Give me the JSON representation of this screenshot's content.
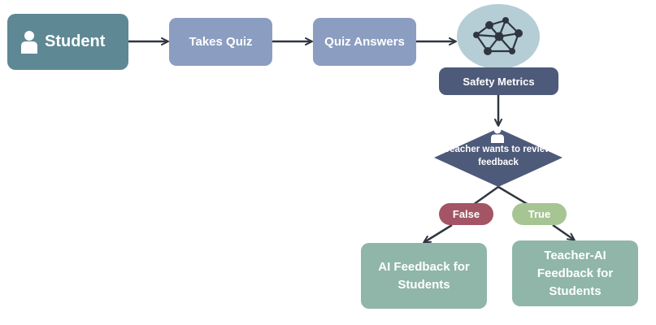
{
  "nodes": {
    "student": "Student",
    "takes_quiz": "Takes Quiz",
    "quiz_answers": "Quiz Answers",
    "safety_metrics": "Safety Metrics",
    "decision": "Teacher wants to review feedback",
    "false_branch": "False",
    "true_branch": "True",
    "ai_feedback": "AI Feedback for Students",
    "teacher_ai_feedback": "Teacher-AI Feedback for Students"
  },
  "icons": {
    "student": "person-icon",
    "network": "network-graph-icon",
    "teacher": "person-icon"
  },
  "colors": {
    "student": "#5e8894",
    "process": "#8b9dc0",
    "network_circle": "#b5cdd5",
    "safety_metrics": "#4e5a79",
    "decision": "#4e5a79",
    "false": "#a35565",
    "true": "#a7c593",
    "outcome": "#8fb6a8",
    "arrow": "#2f3640"
  }
}
